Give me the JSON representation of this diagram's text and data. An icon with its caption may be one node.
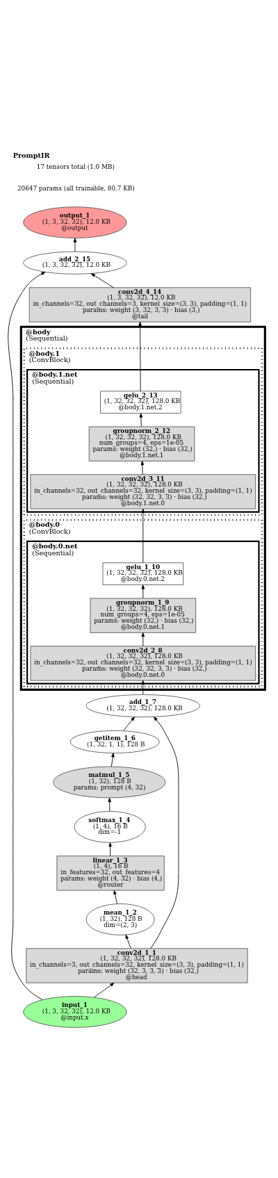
{
  "diagram": {
    "title": "PromptIR",
    "nodes": [
      {
        "text": [
          "output_1",
          "(1, 3, 32, 32), 12.0 KB",
          "@output"
        ]
      },
      {
        "text": [
          "add_2_15",
          "(1, 3, 32, 32), 12.0 KB"
        ]
      },
      {
        "text": [
          "conv2d_4_14",
          "(1, 3, 32, 32), 12.0 KB",
          "in_channels=32, out_channels=3, kernel_size=(3, 3), padding=(1, 1)",
          "params: weight (3, 32, 3, 3) · bias (3,)",
          "@tail"
        ]
      },
      {
        "text": [
          "@body",
          "(Sequential)"
        ]
      },
      {
        "text": [
          "@body.1",
          "(ConvBlock)"
        ],
        "in": 3
      },
      {
        "text": [
          "@body.1.net",
          "(Sequential)"
        ],
        "in": 4
      },
      {
        "text": [
          "gelu_2_13",
          "(1, 32, 32, 32), 128.0 KB",
          "@body.1.net.2"
        ],
        "in": 5
      },
      {
        "text": [
          "groupnorm_2_12",
          "(1, 32, 32, 32), 128.0 KB",
          "num_groups=4, eps=1e-05",
          "params: weight (32,) · bias (32,)",
          "@body.1.net.1"
        ],
        "in": 5
      },
      {
        "text": [
          "conv2d_3_11",
          "(1, 32, 32, 32), 128.0 KB",
          "in_channels=32, out_channels=32, kernel_size=(3, 3), padding=(1, 1)",
          "params: weight (32, 32, 3, 3) · bias (32,)",
          "@body.1.net.0"
        ],
        "in": 5
      },
      {
        "text": [
          "@body.0",
          "(ConvBlock)"
        ],
        "in": 3
      },
      {
        "text": [
          "@body.0.net",
          "(Sequential)"
        ],
        "in": 9
      },
      {
        "text": [
          "gelu_1_10",
          "(1, 32, 32, 32), 128.0 KB",
          "@body.0.net.2"
        ],
        "in": 10
      },
      {
        "text": [
          "groupnorm_1_9",
          "(1, 32, 32, 32), 128.0 KB",
          "num_groups=4, eps=1e-05",
          "params: weight (32,) · bias (32,)",
          "@body.0.net.1"
        ],
        "in": 10
      },
      {
        "text": [
          "conv2d_2_8",
          "(1, 32, 32, 32), 128.0 KB",
          "in_channels=32, out_channels=32, kernel_size=(3, 3), padding=(1, 1)",
          "params: weight (32, 32, 3, 3) · bias (32,)",
          "@body.0.net.0"
        ],
        "in": 10
      },
      {
        "text": [
          "add_1_7",
          "(1, 32, 32, 32), 128.0 KB"
        ]
      },
      {
        "text": [
          "getitem_1_6",
          "(1, 32, 1, 1), 128 B"
        ]
      },
      {
        "text": [
          "matmul_1_5",
          "(1, 32), 128 B",
          "params: prompt (4, 32)"
        ]
      },
      {
        "text": [
          "softmax_1_4",
          "(1, 4), 16 B",
          "dim=-1"
        ]
      },
      {
        "text": [
          "linear_1_3",
          "(1, 4), 16 B",
          "in_features=32, out_features=4",
          "params: weight (4, 32) · bias (4,)",
          "@router"
        ]
      },
      {
        "text": [
          "mean_1_2",
          "(1, 32), 128 B",
          "dim=(2, 3)"
        ]
      },
      {
        "text": [
          "conv2d_1_1",
          "(1, 32, 32, 32), 128.0 KB",
          "in_channels=3, out_channels=32, kernel_size=(3, 3), padding=(1, 1)",
          "params: weight (32, 3, 3, 3) · bias (32,)",
          "@head"
        ]
      },
      {
        "text": [
          "input_1",
          "(1, 3, 32, 32), 12.0 KB",
          "@input.x"
        ]
      }
    ],
    "edges": [
      {
        "from": 21,
        "to": 20,
        "arrow": "to"
      },
      {
        "from": 21,
        "to": 1,
        "arrow": "to"
      },
      {
        "from": 20,
        "to": 19,
        "arrow": "to"
      },
      {
        "from": 20,
        "to": 14,
        "arrow": "to"
      },
      {
        "from": 19,
        "to": 18,
        "arrow": "to"
      },
      {
        "from": 18,
        "to": 17,
        "arrow": "to"
      },
      {
        "from": 17,
        "to": 16,
        "arrow": "to"
      },
      {
        "from": 16,
        "to": 15,
        "arrow": "to"
      },
      {
        "from": 15,
        "to": 14,
        "arrow": "to"
      },
      {
        "from": 14,
        "to": 13,
        "arrow": "to"
      },
      {
        "from": 13,
        "to": 12,
        "arrow": "to"
      },
      {
        "from": 12,
        "to": 11,
        "arrow": "to"
      },
      {
        "from": 11,
        "to": 8,
        "arrow": "to"
      },
      {
        "from": 8,
        "to": 7,
        "arrow": "to"
      },
      {
        "from": 7,
        "to": 6,
        "arrow": "to"
      },
      {
        "from": 6,
        "to": 2,
        "arrow": "to"
      },
      {
        "from": 2,
        "to": 1,
        "arrow": "to"
      },
      {
        "from": 1,
        "to": 0,
        "arrow": "to"
      }
    ],
    "labels": [
      "17 tensors total (1.0 MB)",
      "20647 params (all trainable, 80.7 KB)"
    ]
  }
}
